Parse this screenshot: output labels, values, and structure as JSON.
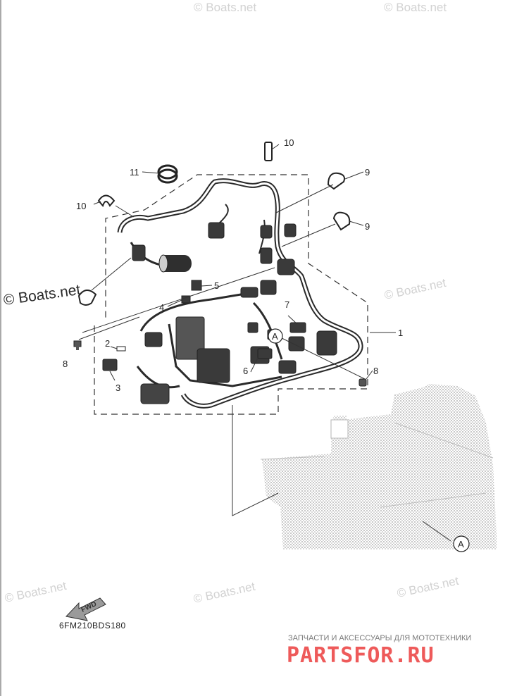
{
  "callouts": {
    "c1": "1",
    "c2": "2",
    "c3": "3",
    "c4": "4",
    "c5": "5",
    "c6": "6",
    "c7": "7",
    "c8a": "8",
    "c8b": "8",
    "c9a": "9",
    "c9b": "9",
    "c10a": "10",
    "c10b": "10",
    "c11": "11",
    "refA1": "A",
    "refA2": "A"
  },
  "watermarks": {
    "left": "© Boats.net",
    "right_mid": "© Boats.net",
    "bottom_left": "© Boats.net",
    "bottom_center": "© Boats.net",
    "bottom_right": "© Boats.net"
  },
  "fwd_label": "FWD",
  "diagram_code": "6FM210BDS180",
  "branding": {
    "tagline": "ЗАПЧАСТИ И АКСЕССУАРЫ ДЛЯ МОТОТЕХНИКИ",
    "logo": "PARTSFOR.RU"
  },
  "colors": {
    "line": "#333333",
    "engine_block": "#c9c9c9",
    "logo": "#ee5a5a"
  },
  "icons": {
    "fwd": "fwd-arrow-icon",
    "ref": "circled-letter-icon"
  }
}
